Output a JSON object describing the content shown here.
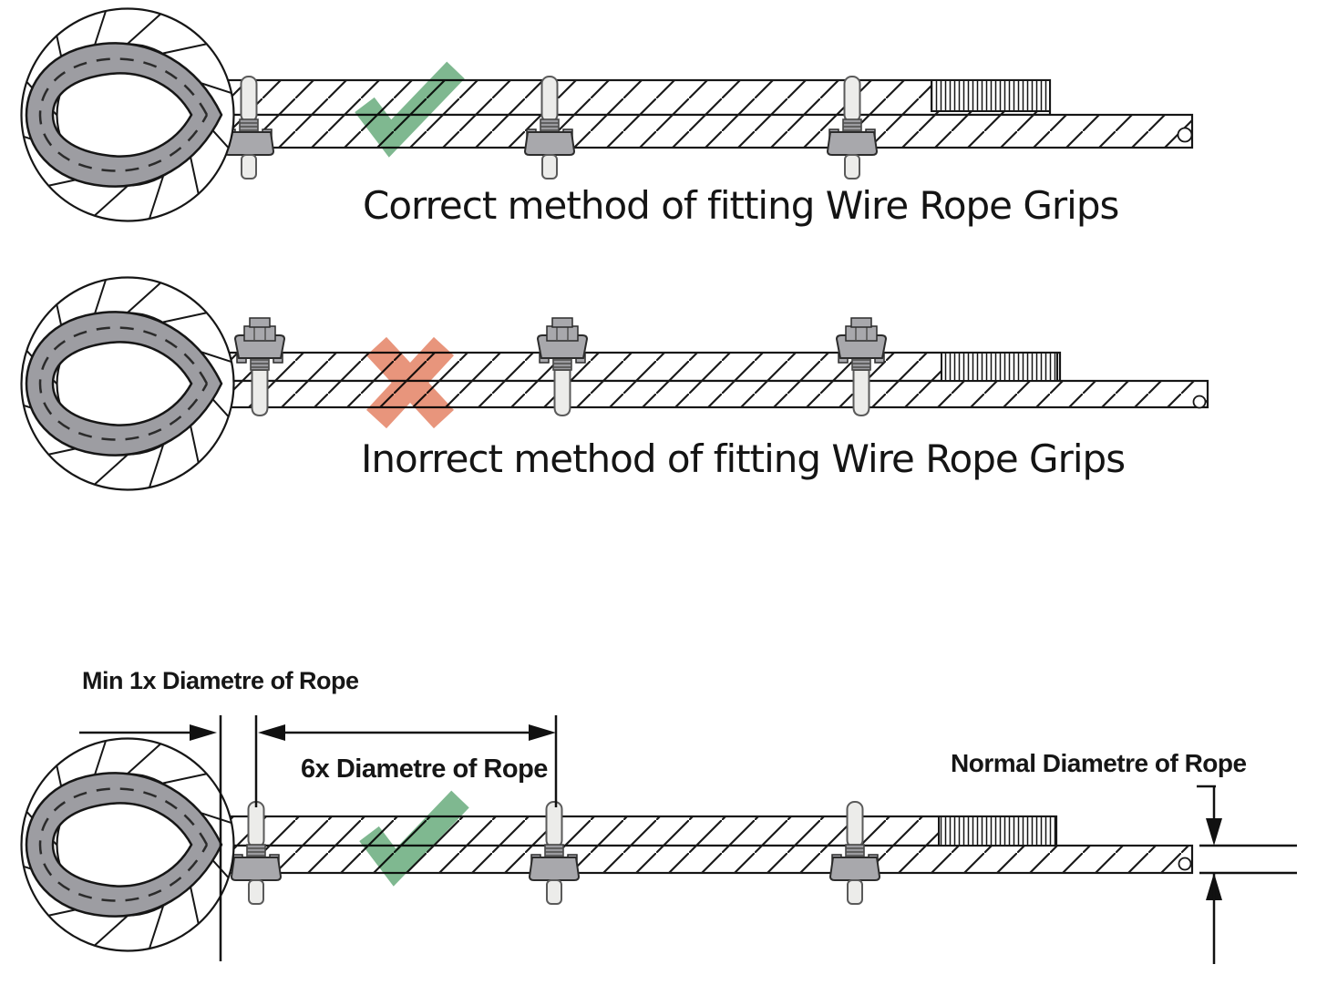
{
  "captions": {
    "correct": "Correct method of fitting Wire Rope Grips",
    "incorrect": "Inorrect method of fitting Wire Rope Grips"
  },
  "dimension_labels": {
    "min_1x": "Min 1x Diametre of Rope",
    "six_x": "6x Diametre of Rope",
    "normal": "Normal Diametre of Rope"
  },
  "icons": {
    "correct_top": "check-icon",
    "incorrect_middle": "cross-icon",
    "correct_bottom": "check-icon"
  },
  "colors": {
    "page_bg": "#ffffff",
    "check_green": "#7fb890",
    "cross_salmon": "#e8957c",
    "thimble_gray": "#9d9da2",
    "fitting_gray": "#a8a8ac",
    "pin_light": "#ececea",
    "line_black": "#161616"
  }
}
